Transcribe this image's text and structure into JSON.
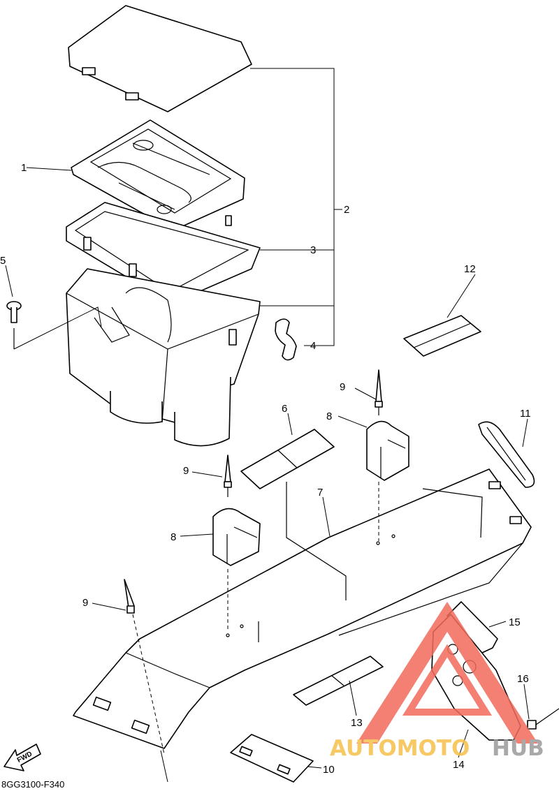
{
  "callouts": {
    "c1": "1",
    "c2": "2",
    "c3": "3",
    "c4": "4",
    "c5": "5",
    "c6": "6",
    "c7": "7",
    "c8a": "8",
    "c8b": "8",
    "c9a": "9",
    "c9b": "9",
    "c9c": "9",
    "c10": "10",
    "c11": "11",
    "c12": "12",
    "c13": "13",
    "c14": "14",
    "c15": "15",
    "c16": "16"
  },
  "fwd_label": "FWD",
  "diagram_code": "8GG3100-F340",
  "watermark": {
    "brand_left": "AUTOMOTO",
    "brand_right": "HUB",
    "color_accent": "#f26b5b",
    "color_gold": "#f5c04a",
    "color_gray": "#9b9b9b"
  }
}
